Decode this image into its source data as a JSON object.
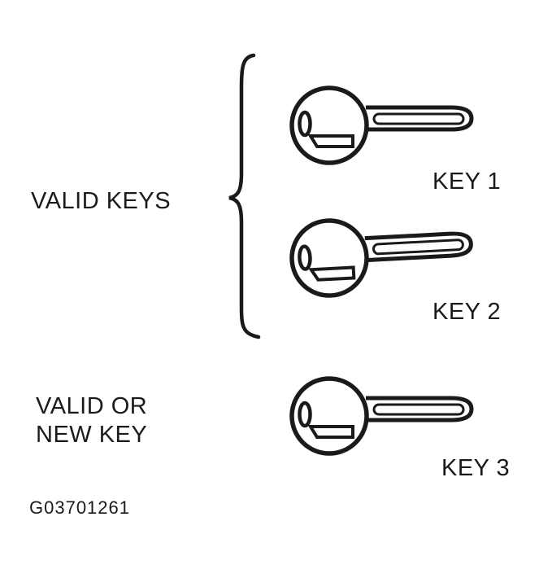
{
  "figure": {
    "id_code": "G03701261"
  },
  "labels": {
    "valid_keys": "VALID KEYS",
    "valid_or_new_key": "VALID OR\nNEW KEY",
    "key1": "KEY 1",
    "key2": "KEY 2",
    "key3": "KEY 3"
  },
  "icons": {
    "brace": "left-curly-brace-icon",
    "key": "key-icon"
  },
  "colors": {
    "ink": "#1a1a1a",
    "background": "#ffffff"
  }
}
